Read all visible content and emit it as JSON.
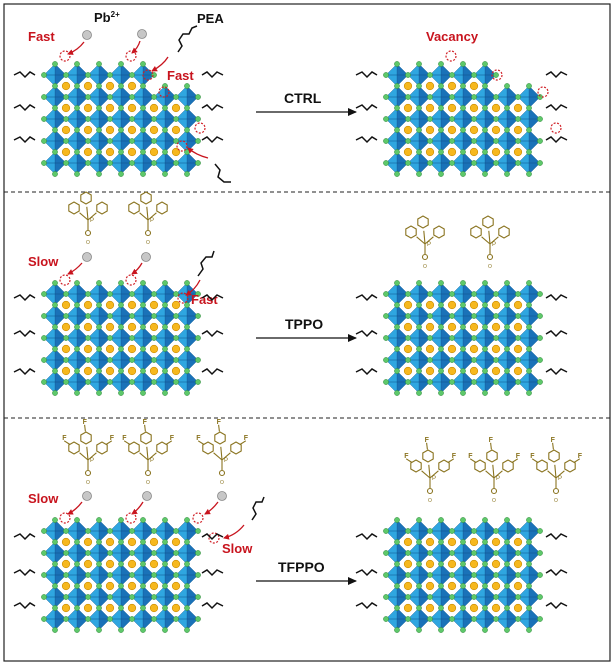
{
  "colors": {
    "octahedron_light": "#2fa6e0",
    "octahedron_dark": "#1a72b8",
    "halide": "#5ec86a",
    "pb_ion": "#f6b81e",
    "vacancy_red": "#d01f26",
    "ligand_gold": "#8a7420",
    "spacer_black": "#111111"
  },
  "panels": [
    {
      "id": "ctrl",
      "labels": {
        "fast_left": "Fast",
        "pb": "Pb",
        "pb_sup": "2+",
        "pea": "PEA",
        "fast_right": "Fast",
        "arrow": "CTRL",
        "vacancy": "Vacancy"
      },
      "icons": [
        "pb2plus-ion-icon",
        "pea-molecule-icon",
        "vacancy-site-icon",
        "perovskite-lattice-icon"
      ]
    },
    {
      "id": "tppo",
      "labels": {
        "slow": "Slow",
        "fast": "Fast",
        "arrow": "TPPO",
        "atom_p": "P",
        "atom_o": "O"
      },
      "icons": [
        "tppo-molecule-icon",
        "pea-molecule-icon",
        "vacancy-site-icon",
        "perovskite-lattice-icon"
      ]
    },
    {
      "id": "tfppo",
      "labels": {
        "slow_left": "Slow",
        "slow_right": "Slow",
        "arrow": "TFPPO",
        "atom_p": "P",
        "atom_o": "O",
        "atom_f": "F"
      },
      "icons": [
        "tfppo-molecule-icon",
        "pea-molecule-icon",
        "vacancy-site-icon",
        "perovskite-lattice-icon"
      ]
    }
  ]
}
